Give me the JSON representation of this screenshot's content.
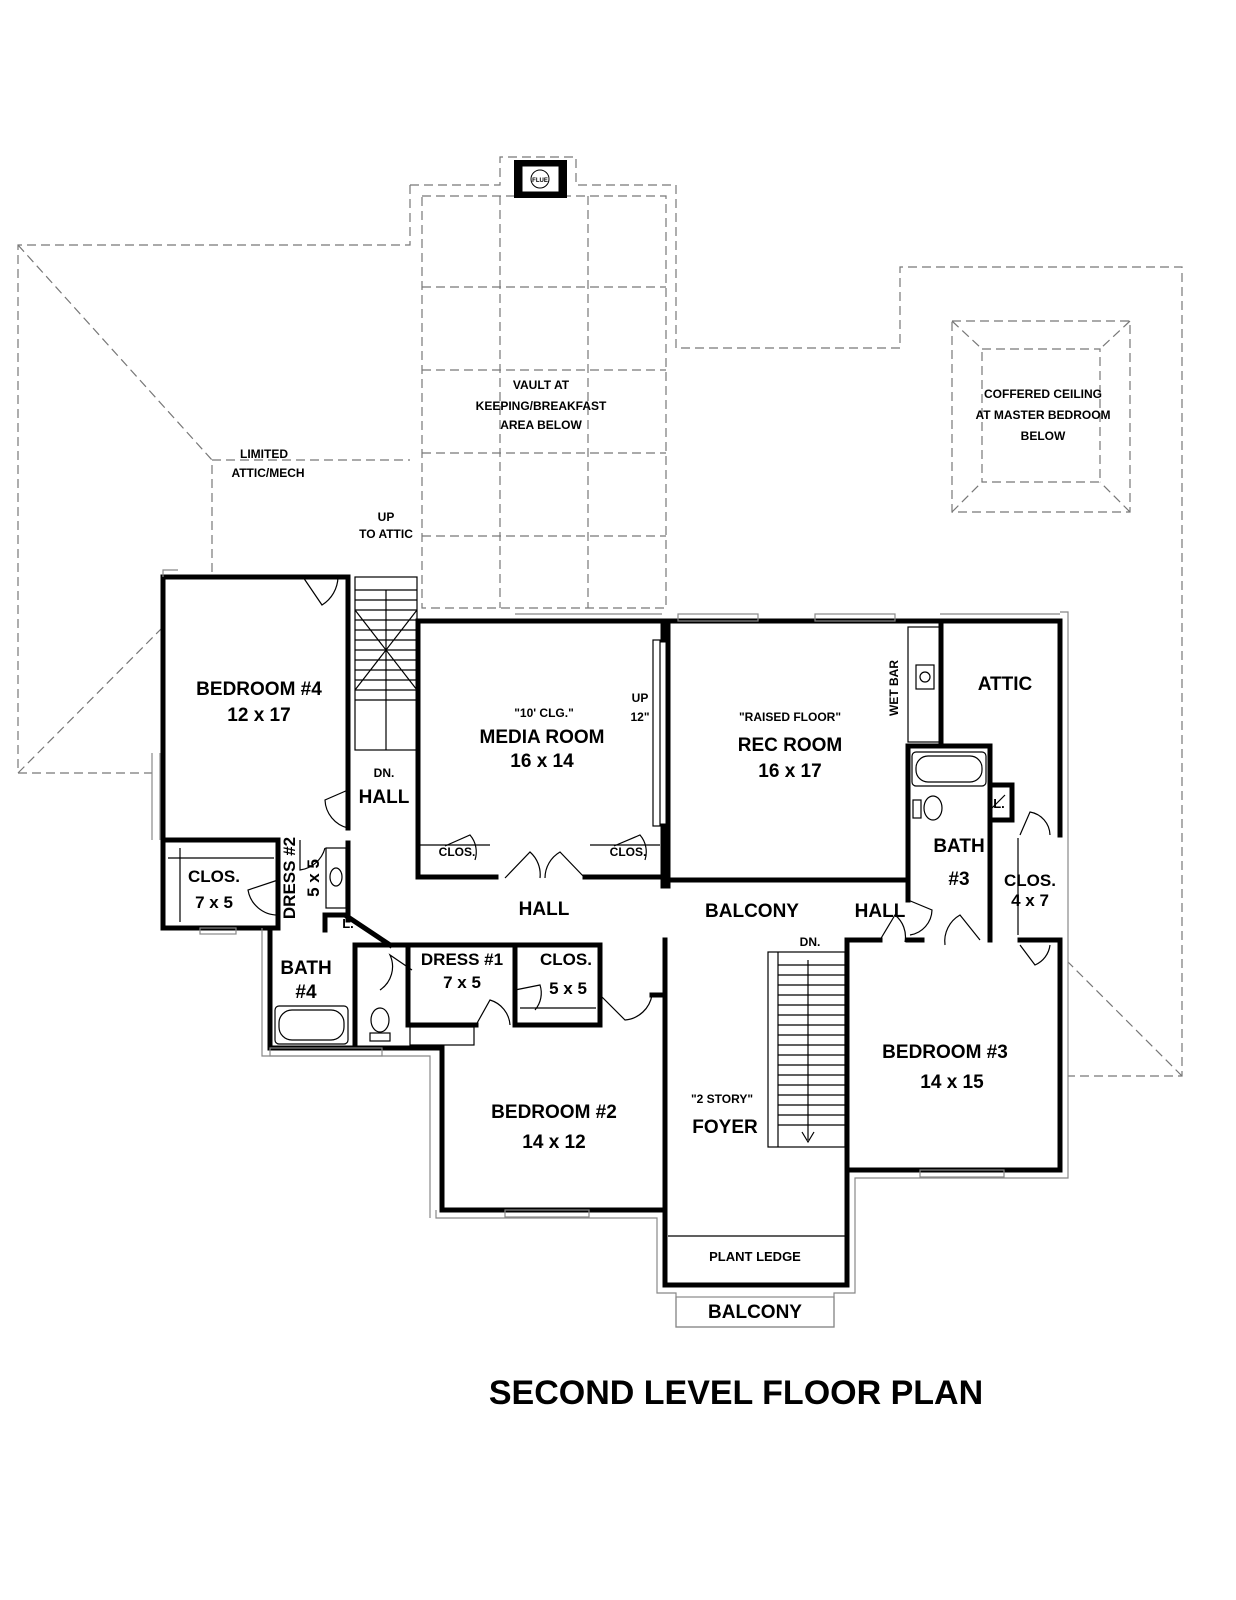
{
  "title": "SECOND LEVEL FLOOR PLAN",
  "rooms": {
    "bedroom4": {
      "name": "BEDROOM #4",
      "size": "12 x 17"
    },
    "media": {
      "note": "\"10' CLG.\"",
      "name": "MEDIA ROOM",
      "size": "16 x 14"
    },
    "rec": {
      "note": "\"RAISED FLOOR\"",
      "name": "REC ROOM",
      "size": "16 x 17"
    },
    "attic": {
      "name": "ATTIC"
    },
    "wetbar": {
      "name": "WET BAR"
    },
    "bath3": {
      "name": "BATH",
      "num": "#3"
    },
    "clos47": {
      "name": "CLOS.",
      "size": "4 x 7"
    },
    "clos75": {
      "name": "CLOS.",
      "size": "7 x 5"
    },
    "dress2": {
      "name": "DRESS #2",
      "size": "5 x 5"
    },
    "bath4": {
      "name": "BATH",
      "num": "#4"
    },
    "dress1": {
      "name": "DRESS #1",
      "size": "7 x 5"
    },
    "clos55": {
      "name": "CLOS.",
      "size": "5 x 5"
    },
    "bedroom2": {
      "name": "BEDROOM #2",
      "size": "14 x 12"
    },
    "foyer": {
      "note": "\"2 STORY\"",
      "name": "FOYER"
    },
    "bedroom3": {
      "name": "BEDROOM #3",
      "size": "14 x 15"
    },
    "plant_ledge": {
      "name": "PLANT LEDGE"
    },
    "balcony_bottom": {
      "name": "BALCONY"
    },
    "balcony_mid": {
      "name": "BALCONY"
    },
    "hall_left": {
      "name": "HALL"
    },
    "hall_center": {
      "name": "HALL"
    },
    "hall_right": {
      "name": "HALL"
    },
    "clos_media_left": {
      "name": "CLOS."
    },
    "clos_media_right": {
      "name": "CLOS."
    },
    "linen_left": {
      "name": "L."
    },
    "linen_right": {
      "name": "L."
    }
  },
  "notes": {
    "vault": [
      "VAULT AT",
      "KEEPING/BREAKFAST",
      "AREA BELOW"
    ],
    "coffered": [
      "COFFERED CEILING",
      "AT MASTER BEDROOM",
      "BELOW"
    ],
    "limited_attic": [
      "LIMITED",
      "ATTIC/MECH"
    ],
    "up_to_attic": [
      "UP",
      "TO ATTIC"
    ],
    "dn_stair_top": "DN.",
    "dn_stair_foyer": "DN.",
    "up_media": [
      "UP",
      "12\""
    ],
    "flue": "FLUE"
  }
}
